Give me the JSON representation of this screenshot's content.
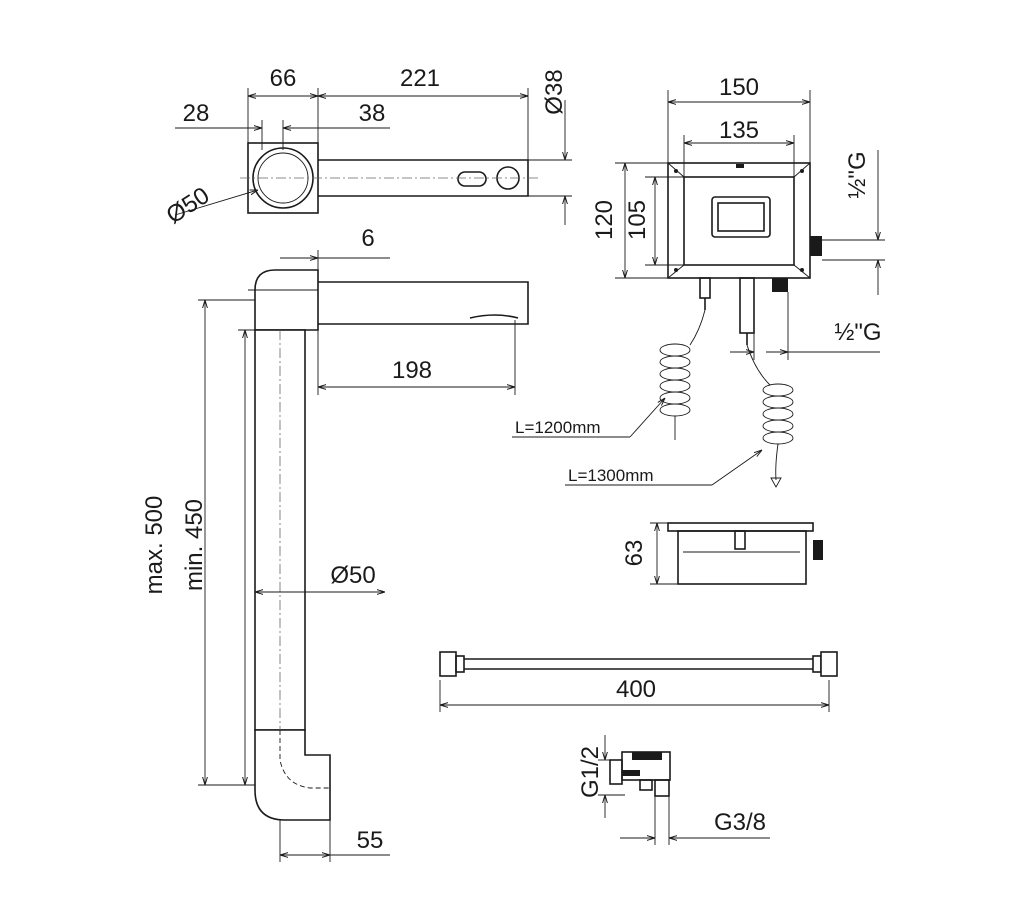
{
  "drawing": {
    "top_view": {
      "dim_66": "66",
      "dim_221": "221",
      "dim_28": "28",
      "dim_38": "38",
      "dia_38": "Ø38",
      "dia_50": "Ø50"
    },
    "side_view": {
      "dim_6": "6",
      "dim_198": "198",
      "max_500": "max. 500",
      "min_450": "min. 450",
      "dia_50": "Ø50",
      "dim_55": "55"
    },
    "control_box": {
      "dim_150": "150",
      "dim_135": "135",
      "dim_120": "120",
      "dim_105": "105",
      "thread_top": "½\"G",
      "thread_bottom": "½\"G",
      "cable_1": "L=1200mm",
      "cable_2": "L=1300mm",
      "dim_63": "63"
    },
    "hose": {
      "dim_400": "400"
    },
    "valve": {
      "thread_in": "G1/2",
      "thread_out": "G3/8"
    }
  }
}
